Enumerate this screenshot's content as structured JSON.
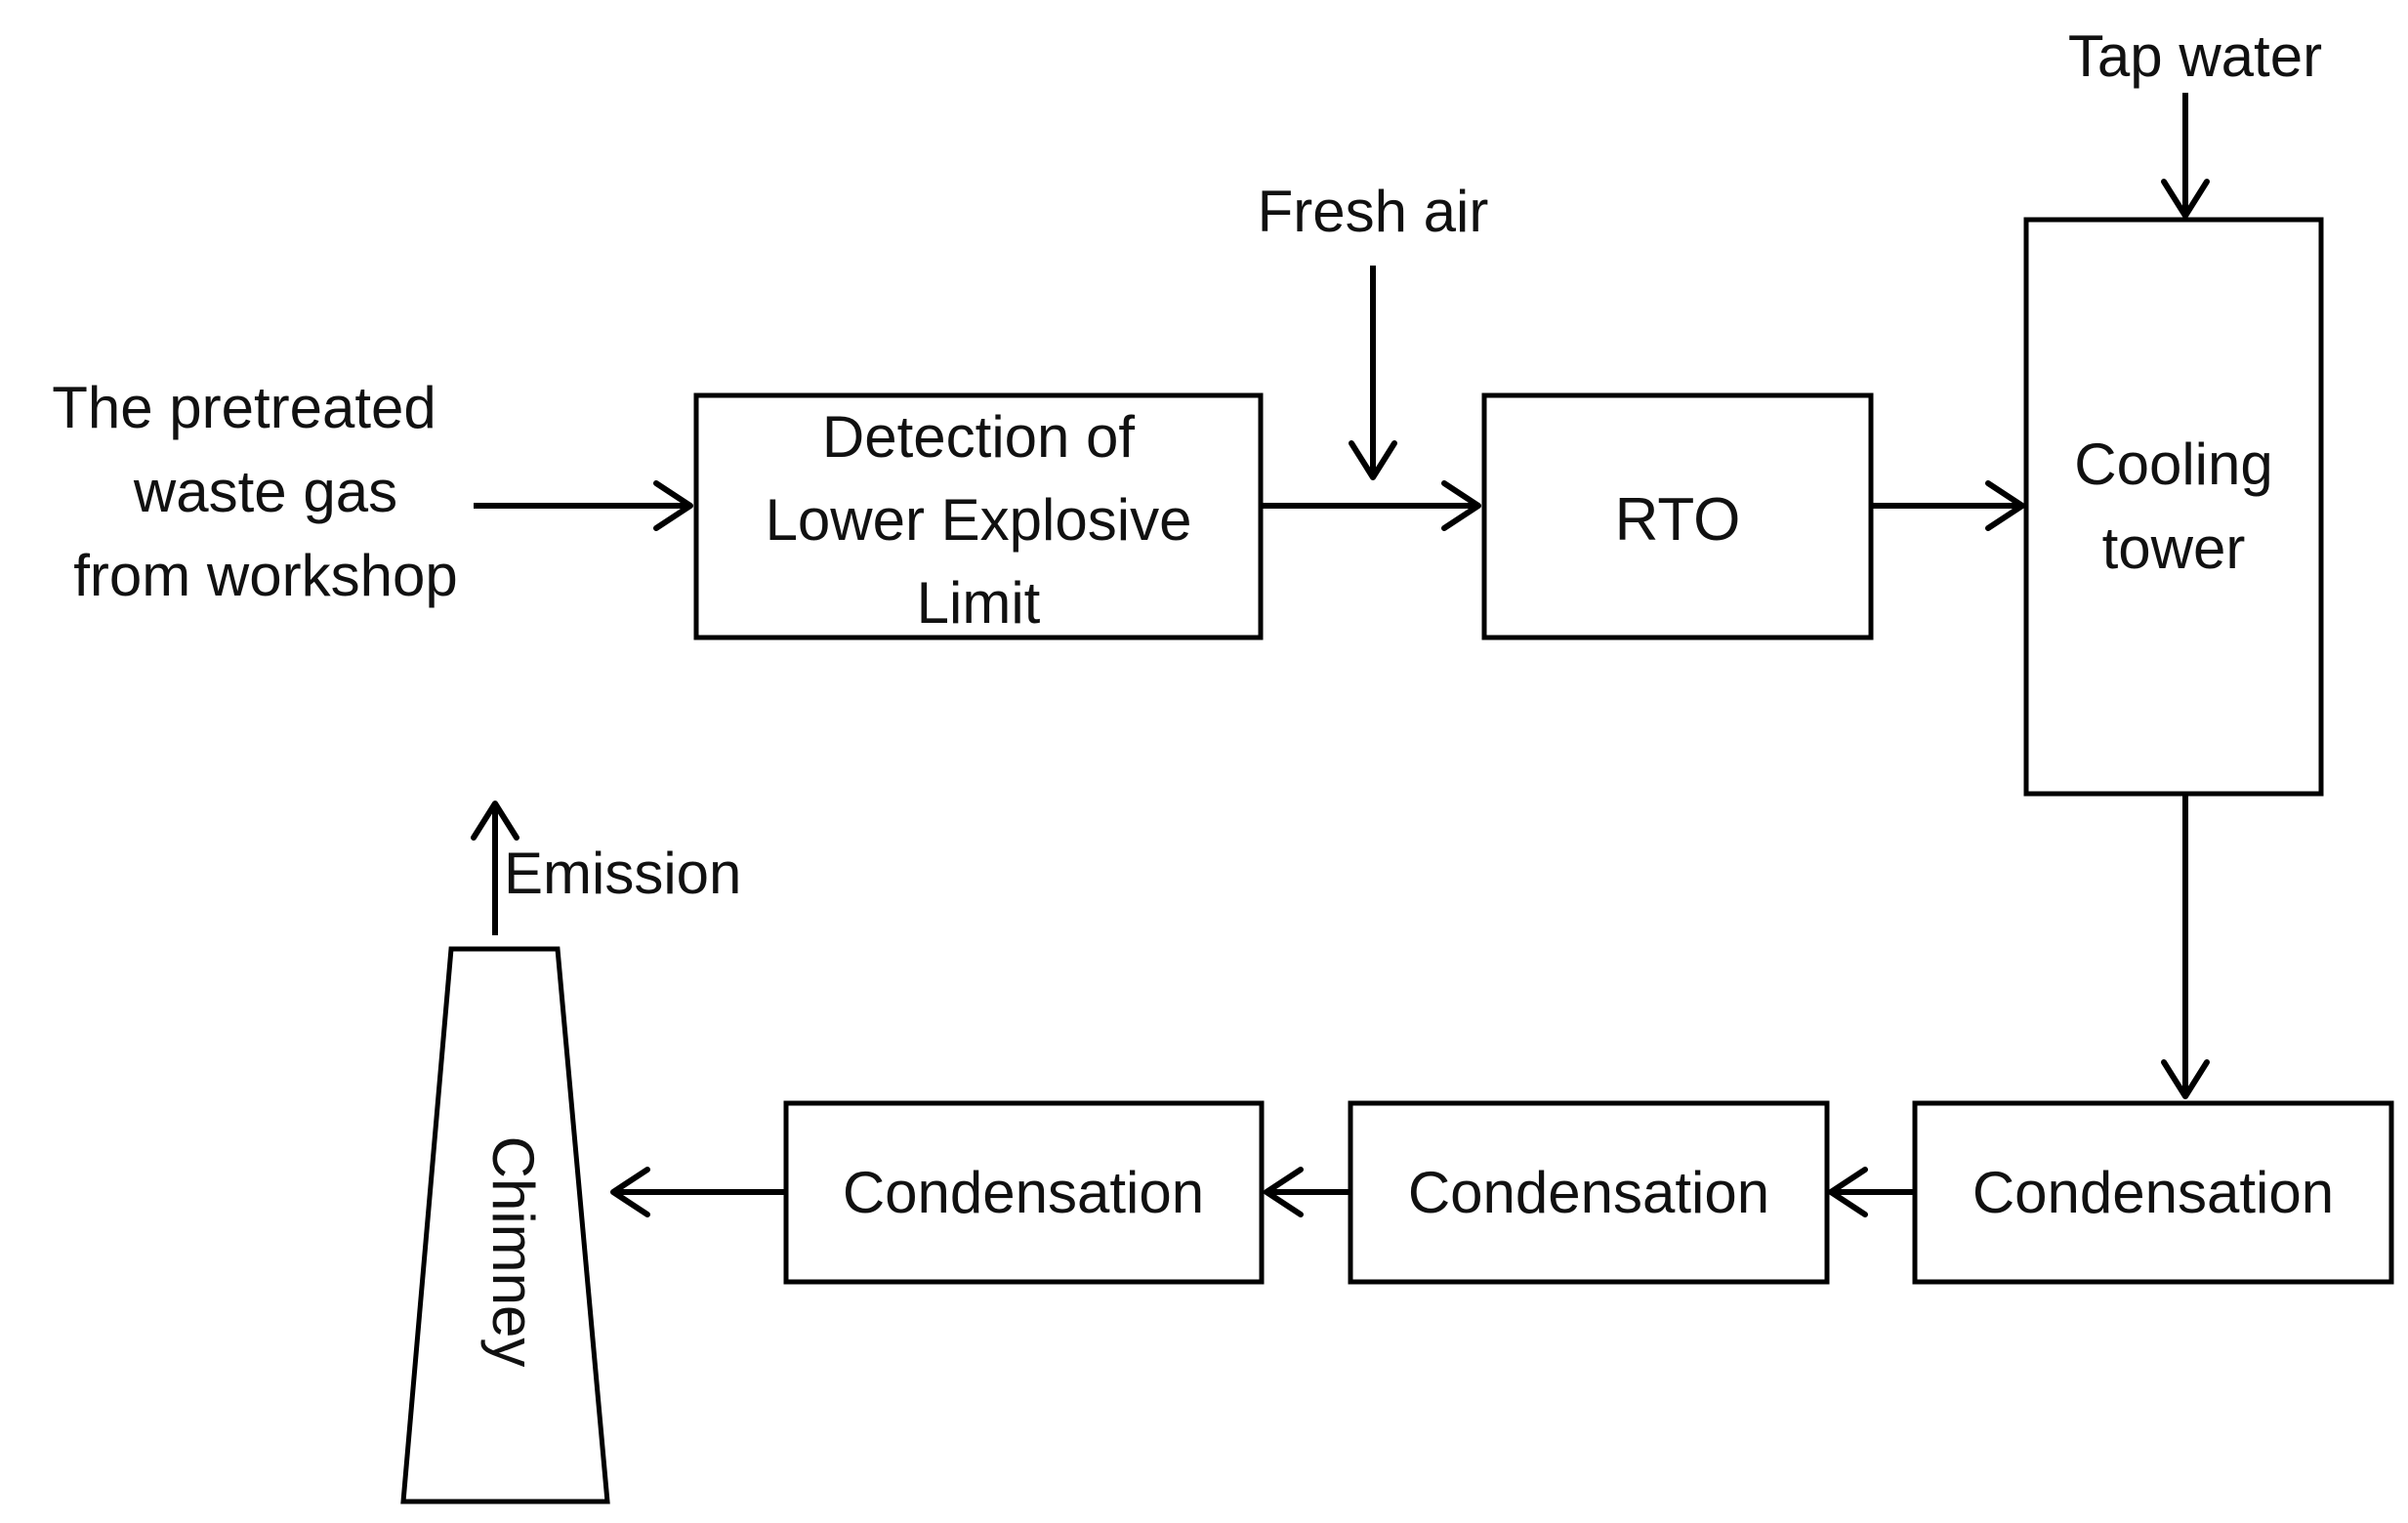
{
  "diagram": {
    "inputs": {
      "waste_gas": [
        "The pretreated",
        "waste gas",
        "from workshop"
      ],
      "fresh_air": "Fresh air",
      "tap_water": "Tap water"
    },
    "boxes": {
      "lel": [
        "Detection of",
        "Lower Explosive",
        "Limit"
      ],
      "rto": "RTO",
      "cooling": [
        "Cooling",
        "tower"
      ],
      "condensation_1": "Condensation",
      "condensation_2": "Condensation",
      "condensation_3": "Condensation",
      "chimney": "Chimney"
    },
    "outputs": {
      "emission": "Emission"
    }
  }
}
